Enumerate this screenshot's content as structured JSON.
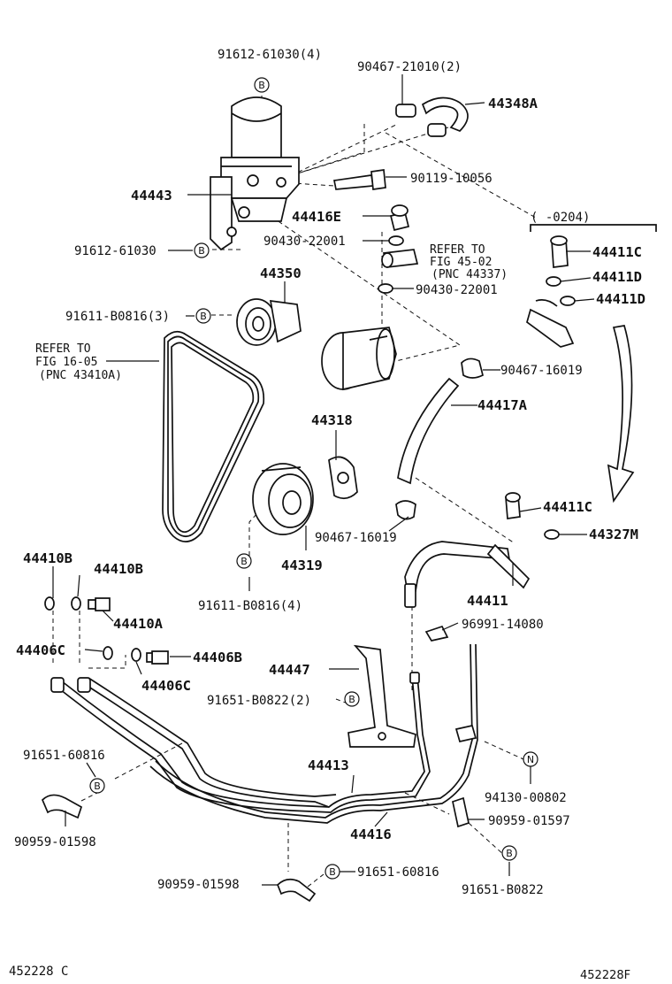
{
  "labels": {
    "p91612_61030_4": "91612-61030(4)",
    "p90467_21010_2": "90467-21010(2)",
    "p44348A": "44348A",
    "p90119_10056": "90119-10056",
    "p44443": "44443",
    "p44416E": "44416E",
    "p91612_61030": "91612-61030",
    "p90430_22001_a": "90430-22001",
    "refer_1_line1": "REFER TO",
    "refer_1_line2": "FIG 45-02",
    "refer_1_line3": "(PNC 44337)",
    "p90430_22001_b": "90430-22001",
    "bracket_range": "(      -0204)",
    "p44411C_a": "44411C",
    "p44411D_a": "44411D",
    "p44411D_b": "44411D",
    "p44350": "44350",
    "p91611_B0816_3": "91611-B0816(3)",
    "refer_2_line1": "REFER TO",
    "refer_2_line2": "FIG 16-05",
    "refer_2_line3": "(PNC 43410A)",
    "p90467_16019_a": "90467-16019",
    "p44417A": "44417A",
    "p44318": "44318",
    "p44411C_b": "44411C",
    "p44327M": "44327M",
    "p90467_16019_b": "90467-16019",
    "p44410B_a": "44410B",
    "p44410B_b": "44410B",
    "p44319": "44319",
    "p44411": "44411",
    "p91611_B0816_4": "91611-B0816(4)",
    "p44410A": "44410A",
    "p96991_14080": "96991-14080",
    "p44406C_a": "44406C",
    "p44406B": "44406B",
    "p44447": "44447",
    "p44406C_b": "44406C",
    "p91651_B0822_2": "91651-B0822(2)",
    "p91651_60816_a": "91651-60816",
    "p44413": "44413",
    "p94130_00802": "94130-00802",
    "p90959_01597": "90959-01597",
    "p44416": "44416",
    "p90959_01598_a": "90959-01598",
    "p90959_01598_b": "90959-01598",
    "p91651_60816_b": "91651-60816",
    "p91651_B0822": "91651-B0822",
    "footer_left": "452228 C",
    "footer_right": "452228F"
  },
  "callouts": {
    "b": "B",
    "n": "N"
  }
}
